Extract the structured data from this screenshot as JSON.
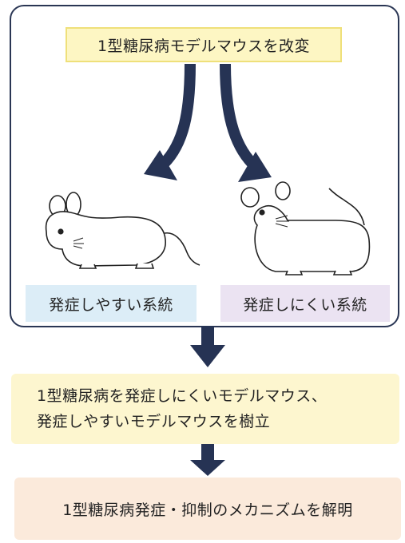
{
  "top_label": "1型糖尿病モデルマウスを改変",
  "strain_susceptible": "発症しやすい系統",
  "strain_resistant": "発症しにくい系統",
  "result_lines": [
    "1型糖尿病を発症しにくいモデルマウス、",
    "発症しやすいモデルマウスを樹立"
  ],
  "conclusion": "1型糖尿病発症・抑制のメカニズムを解明",
  "colors": {
    "arrow": "#263354",
    "frame": "#2a3654",
    "top_box": "#fdf6c3",
    "strain_a_box": "#dcedf7",
    "strain_b_box": "#ebe3f2",
    "result_box": "#fdf6cf",
    "conclusion_box": "#fbeadb"
  }
}
